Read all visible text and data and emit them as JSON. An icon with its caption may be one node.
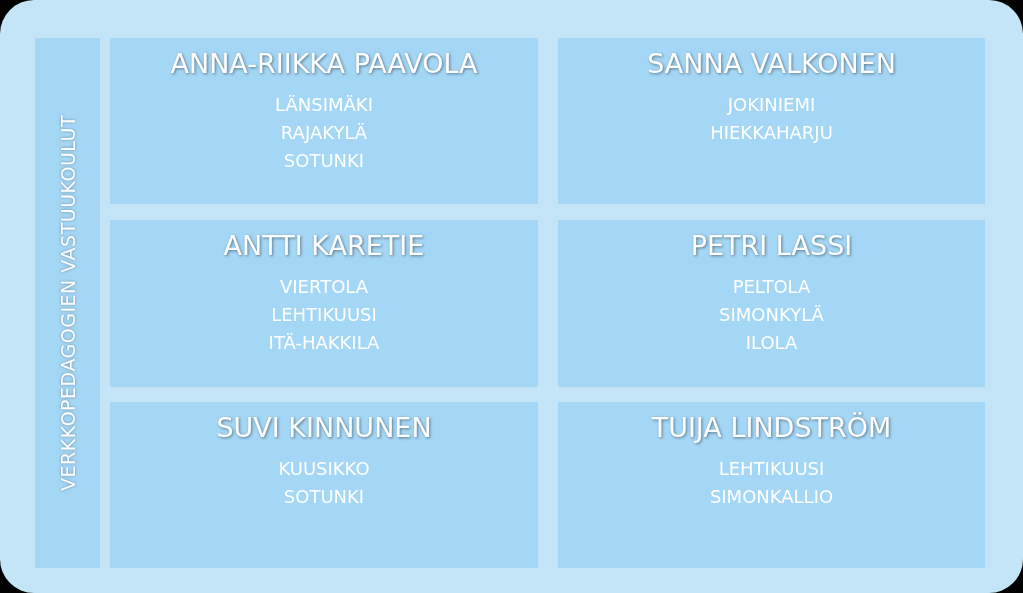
{
  "diagram": {
    "nodes": [
      {
        "text": [
          "VERKKOPEDAGOGIEN VASTUUKOULUT"
        ]
      },
      {
        "text": [
          "ANNA-RIIKKA PAAVOLA",
          "LÄNSIMÄKI",
          "RAJAKYLÄ",
          "SOTUNKI"
        ]
      },
      {
        "text": [
          "SANNA VALKONEN",
          "JOKINIEMI",
          "HIEKKAHARJU"
        ]
      },
      {
        "text": [
          "ANTTI KARETIE",
          "VIERTOLA",
          "LEHTIKUUSI",
          "ITÄ-HAKKILA"
        ]
      },
      {
        "text": [
          "PETRI LASSI",
          "PELTOLA",
          "SIMONKYLÄ",
          "ILOLA"
        ]
      },
      {
        "text": [
          "SUVI KINNUNEN",
          "KUUSIKKO",
          "SOTUNKI"
        ]
      },
      {
        "text": [
          "TUIJA LINDSTRÖM",
          "LEHTIKUUSI",
          "SIMONKALLIO"
        ]
      }
    ],
    "edges": []
  }
}
